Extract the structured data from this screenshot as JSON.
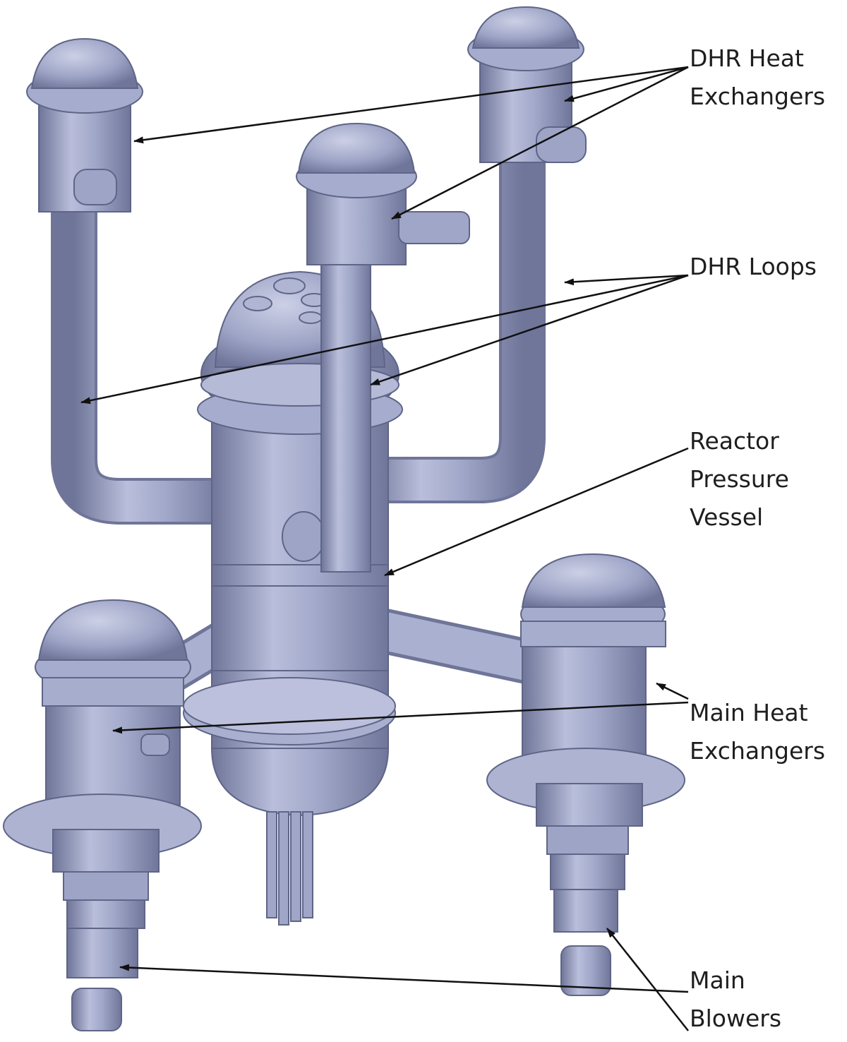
{
  "labels": {
    "dhr_heat_exchangers": [
      "DHR Heat",
      "Exchangers"
    ],
    "dhr_loops": [
      "DHR Loops"
    ],
    "reactor_pressure_vessel": [
      "Reactor",
      "Pressure",
      "Vessel"
    ],
    "main_heat_exchangers": [
      "Main Heat",
      "Exchangers"
    ],
    "main_blowers": [
      "Main",
      "Blowers"
    ]
  },
  "colors": {
    "metal": "#9ba1c4",
    "metal_dark": "#6f7598",
    "metal_light": "#c9cde3",
    "arrow": "#111111",
    "label_text": "#1e1e1e",
    "background": "#ffffff"
  }
}
